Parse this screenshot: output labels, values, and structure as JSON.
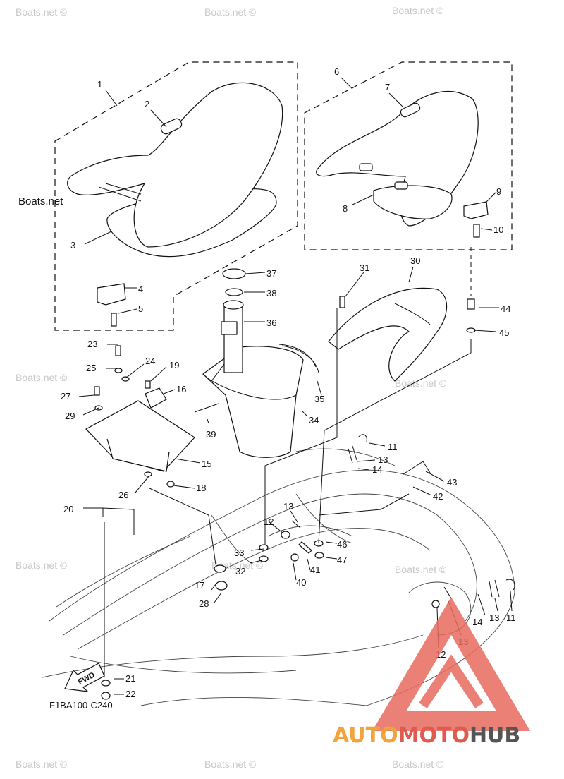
{
  "diagram_code": "F1BA100-C240",
  "fwd_label": "FWD",
  "watermark": "Boats.net",
  "watermark_copy": "Boats.net ©",
  "logo": {
    "part1": "AUTO",
    "part2": "MOTO",
    "part3": "HUB"
  },
  "colors": {
    "logo_orange": "#f2a33a",
    "logo_red": "#e05a4f",
    "logo_gray": "#555555"
  },
  "labels": [
    "1",
    "2",
    "3",
    "4",
    "5",
    "6",
    "7",
    "8",
    "9",
    "10",
    "11",
    "12",
    "13",
    "14",
    "15",
    "16",
    "17",
    "18",
    "19",
    "20",
    "21",
    "22",
    "23",
    "24",
    "25",
    "26",
    "27",
    "28",
    "29",
    "30",
    "31",
    "32",
    "33",
    "34",
    "35",
    "36",
    "37",
    "38",
    "39",
    "40",
    "41",
    "42",
    "43",
    "44",
    "45",
    "46",
    "47",
    "11",
    "12",
    "13",
    "13",
    "14"
  ]
}
